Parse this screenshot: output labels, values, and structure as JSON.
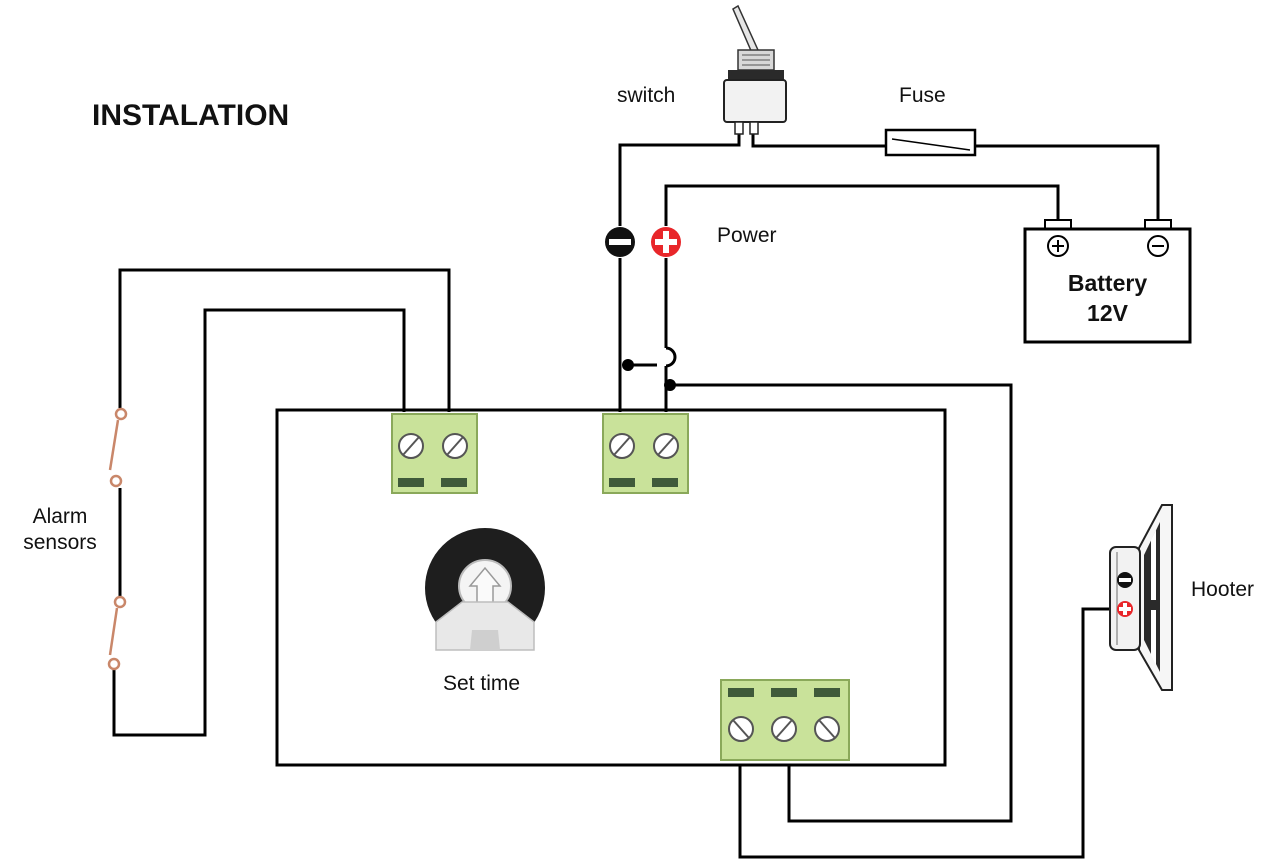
{
  "title": "INSTALATION",
  "labels": {
    "switch": "switch",
    "fuse": "Fuse",
    "power": "Power",
    "battery": "Battery",
    "battery_voltage": "12V",
    "alarm_sensors_line1": "Alarm",
    "alarm_sensors_line2": "sensors",
    "set_time": "Set time",
    "hooter": "Hooter"
  },
  "colors": {
    "wire": "#000000",
    "terminal_block": "#c9e29a",
    "terminal_border": "#8aa85a",
    "positive_marker": "#e8262a",
    "negative_marker": "#111111",
    "sensor_contact": "#c9876a"
  }
}
